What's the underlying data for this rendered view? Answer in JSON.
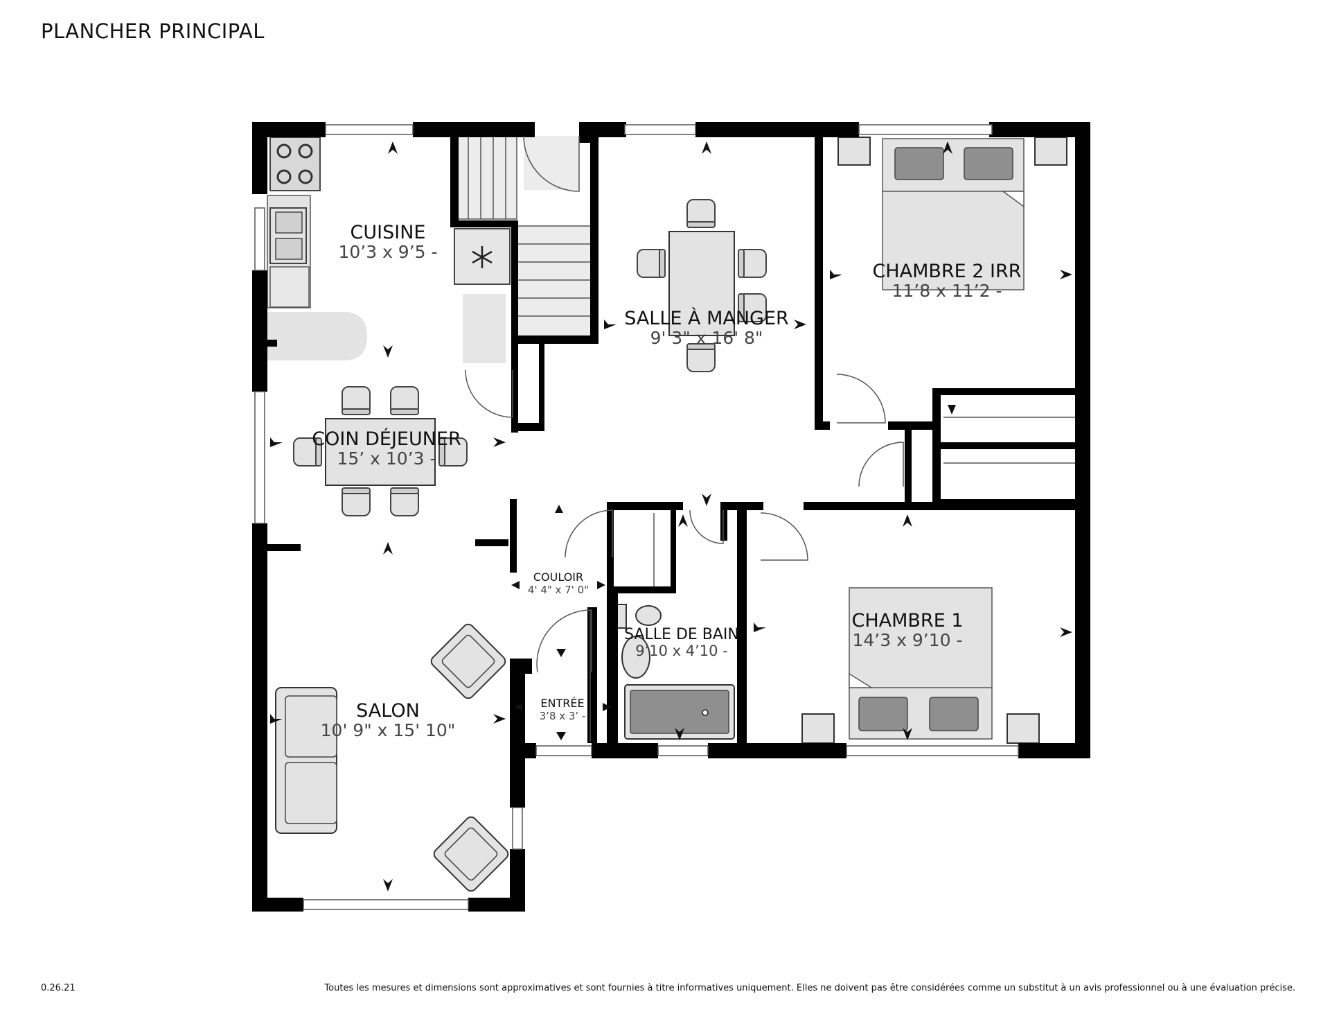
{
  "header": {
    "title": "PLANCHER PRINCIPAL"
  },
  "rooms": {
    "cuisine": {
      "name": "CUISINE",
      "dims": "10’3 x 9’5 -"
    },
    "salle_a_manger": {
      "name": "SALLE À MANGER",
      "dims": "9' 3\" x 16' 8\""
    },
    "chambre2": {
      "name": "CHAMBRE 2 IRR",
      "dims": "11’8 x 11’2 -"
    },
    "coin_dejeuner": {
      "name": "COIN DÉJEUNER",
      "dims": "15’ x 10’3 -"
    },
    "couloir": {
      "name": "COULOIR",
      "dims": "4' 4\" x 7' 0\""
    },
    "salle_de_bain": {
      "name": "SALLE DE BAIN",
      "dims": "9’10 x 4’10 -"
    },
    "chambre1": {
      "name": "CHAMBRE 1",
      "dims": "14’3 x 9’10 -"
    },
    "salon": {
      "name": "SALON",
      "dims": "10' 9\" x 15' 10\""
    },
    "entree": {
      "name": "ENTRÉE",
      "dims": "3’8 x 3’ -"
    }
  },
  "footer": {
    "version": "0.26.21",
    "disclaimer": "Toutes les mesures et dimensions sont approximatives et sont fournies à titre informatives uniquement. Elles ne doivent pas être considérées comme un substitut à un avis professionnel ou à une évaluation précise."
  },
  "colors": {
    "wall": "#000000",
    "furniture": "#e3e3e3",
    "furniture_stroke": "#555555",
    "pillow": "#8f8f8f"
  },
  "icons": [
    "snowflake-icon",
    "dimension-arrow-icon"
  ]
}
